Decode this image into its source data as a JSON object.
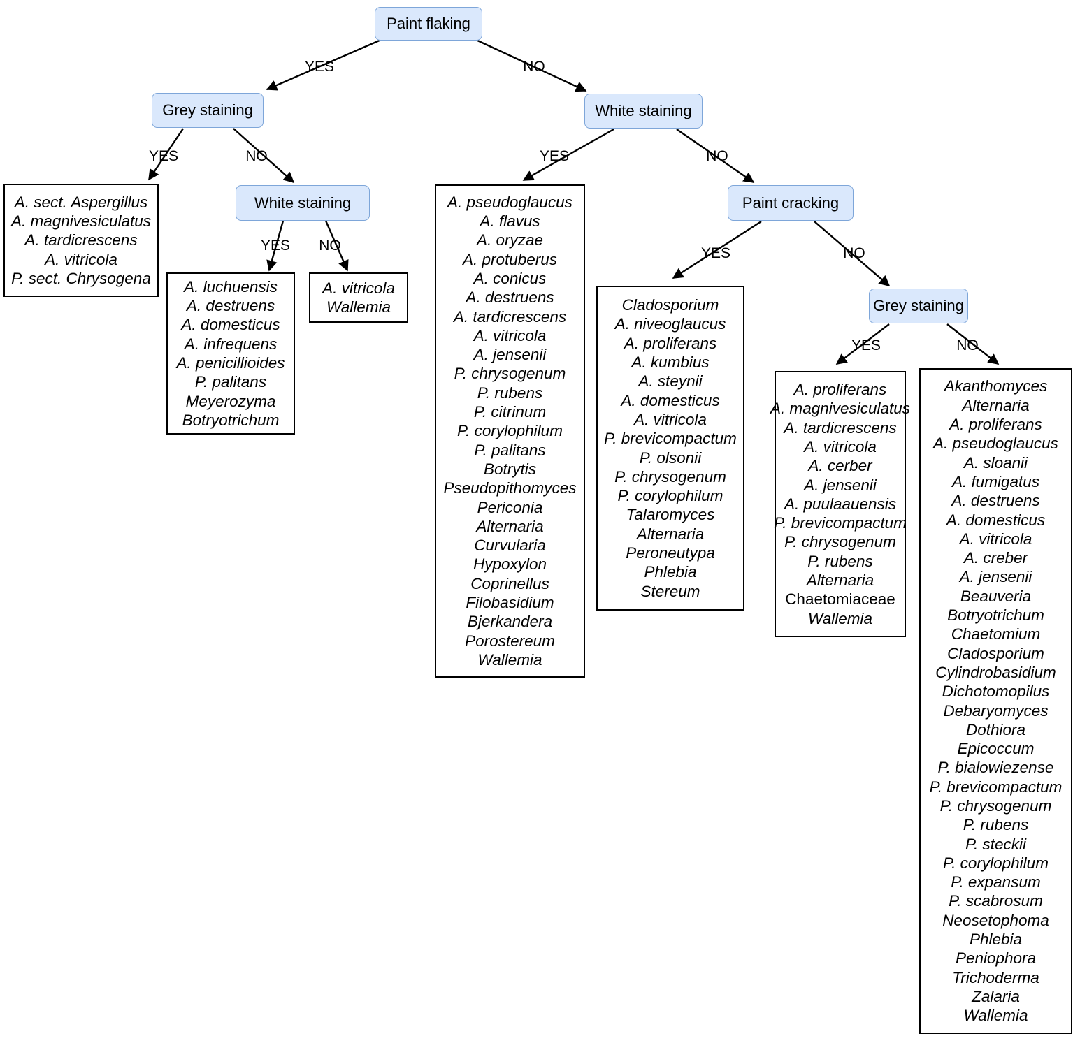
{
  "diagram": {
    "title": "Fungal identification decision tree by paint damage symptoms",
    "colors": {
      "node_fill": "#dae8fc",
      "node_border": "#7ea6d9",
      "box_border": "#000000",
      "edge": "#000000",
      "text": "#000000"
    },
    "edge_labels": {
      "yes": "YES",
      "no": "NO"
    }
  },
  "nodes": {
    "root": {
      "label": "Paint flaking"
    },
    "grey_staining_left": {
      "label": "Grey staining"
    },
    "white_staining_top": {
      "label": "White staining"
    },
    "white_staining_left": {
      "label": "White staining"
    },
    "paint_cracking": {
      "label": "Paint cracking"
    },
    "grey_staining_right": {
      "label": "Grey staining"
    }
  },
  "leaves": {
    "grey_yes": {
      "items": [
        {
          "text": "A. sect. Aspergillus",
          "italic": true
        },
        {
          "text": "A. magnivesiculatus",
          "italic": true
        },
        {
          "text": "A. tardicrescens",
          "italic": true
        },
        {
          "text": "A. vitricola",
          "italic": true
        },
        {
          "text": "P. sect. Chrysogena",
          "italic": true
        }
      ]
    },
    "white_left_yes": {
      "items": [
        {
          "text": "A. luchuensis",
          "italic": true
        },
        {
          "text": "A. destruens",
          "italic": true
        },
        {
          "text": "A. domesticus",
          "italic": true
        },
        {
          "text": "A. infrequens",
          "italic": true
        },
        {
          "text": "A. penicillioides",
          "italic": true
        },
        {
          "text": "P. palitans",
          "italic": true
        },
        {
          "text": "Meyerozyma",
          "italic": true
        },
        {
          "text": "Botryotrichum",
          "italic": true
        }
      ]
    },
    "white_left_no": {
      "items": [
        {
          "text": "A. vitricola",
          "italic": true
        },
        {
          "text": "Wallemia",
          "italic": true
        }
      ]
    },
    "white_top_yes": {
      "items": [
        {
          "text": "A. pseudoglaucus",
          "italic": true
        },
        {
          "text": "A. flavus",
          "italic": true
        },
        {
          "text": "A. oryzae",
          "italic": true
        },
        {
          "text": "A. protuberus",
          "italic": true
        },
        {
          "text": "A. conicus",
          "italic": true
        },
        {
          "text": "A. destruens",
          "italic": true
        },
        {
          "text": "A. tardicrescens",
          "italic": true
        },
        {
          "text": "A. vitricola",
          "italic": true
        },
        {
          "text": "A. jensenii",
          "italic": true
        },
        {
          "text": "P. chrysogenum",
          "italic": true
        },
        {
          "text": "P. rubens",
          "italic": true
        },
        {
          "text": "P. citrinum",
          "italic": true
        },
        {
          "text": "P. corylophilum",
          "italic": true
        },
        {
          "text": "P. palitans",
          "italic": true
        },
        {
          "text": "Botrytis",
          "italic": true
        },
        {
          "text": "Pseudopithomyces",
          "italic": true
        },
        {
          "text": "Periconia",
          "italic": true
        },
        {
          "text": "Alternaria",
          "italic": true
        },
        {
          "text": "Curvularia",
          "italic": true
        },
        {
          "text": "Hypoxylon",
          "italic": true
        },
        {
          "text": "Coprinellus",
          "italic": true
        },
        {
          "text": "Filobasidium",
          "italic": true
        },
        {
          "text": "Bjerkandera",
          "italic": true
        },
        {
          "text": "Porostereum",
          "italic": true
        },
        {
          "text": "Wallemia",
          "italic": true
        }
      ]
    },
    "cracking_yes": {
      "items": [
        {
          "text": "Cladosporium",
          "italic": true
        },
        {
          "text": "A. niveoglaucus",
          "italic": true
        },
        {
          "text": "A. proliferans",
          "italic": true
        },
        {
          "text": "A. kumbius",
          "italic": true
        },
        {
          "text": "A. steynii",
          "italic": true
        },
        {
          "text": "A. domesticus",
          "italic": true
        },
        {
          "text": "A. vitricola",
          "italic": true
        },
        {
          "text": "P. brevicompactum",
          "italic": true
        },
        {
          "text": "P. olsonii",
          "italic": true
        },
        {
          "text": "P. chrysogenum",
          "italic": true
        },
        {
          "text": "P. corylophilum",
          "italic": true
        },
        {
          "text": "Talaromyces",
          "italic": true
        },
        {
          "text": "Alternaria",
          "italic": true
        },
        {
          "text": "Peroneutypa",
          "italic": true
        },
        {
          "text": "Phlebia",
          "italic": true
        },
        {
          "text": "Stereum",
          "italic": true
        }
      ]
    },
    "grey_right_yes": {
      "items": [
        {
          "text": "A. proliferans",
          "italic": true
        },
        {
          "text": "A. magnivesiculatus",
          "italic": true
        },
        {
          "text": "A. tardicrescens",
          "italic": true
        },
        {
          "text": "A. vitricola",
          "italic": true
        },
        {
          "text": "A. cerber",
          "italic": true
        },
        {
          "text": "A. jensenii",
          "italic": true
        },
        {
          "text": "A. puulaauensis",
          "italic": true
        },
        {
          "text": "P. brevicompactum",
          "italic": true
        },
        {
          "text": "P. chrysogenum",
          "italic": true
        },
        {
          "text": "P. rubens",
          "italic": true
        },
        {
          "text": "Alternaria",
          "italic": true
        },
        {
          "text": "Chaetomiaceae",
          "italic": false
        },
        {
          "text": "Wallemia",
          "italic": true
        }
      ]
    },
    "grey_right_no": {
      "items": [
        {
          "text": "Akanthomyces",
          "italic": true
        },
        {
          "text": "Alternaria",
          "italic": true
        },
        {
          "text": "A. proliferans",
          "italic": true
        },
        {
          "text": "A. pseudoglaucus",
          "italic": true
        },
        {
          "text": "A. sloanii",
          "italic": true
        },
        {
          "text": "A. fumigatus",
          "italic": true
        },
        {
          "text": "A. destruens",
          "italic": true
        },
        {
          "text": "A. domesticus",
          "italic": true
        },
        {
          "text": "A. vitricola",
          "italic": true
        },
        {
          "text": "A. creber",
          "italic": true
        },
        {
          "text": "A. jensenii",
          "italic": true
        },
        {
          "text": "Beauveria",
          "italic": true
        },
        {
          "text": "Botryotrichum",
          "italic": true
        },
        {
          "text": "Chaetomium",
          "italic": true
        },
        {
          "text": "Cladosporium",
          "italic": true
        },
        {
          "text": "Cylindrobasidium",
          "italic": true
        },
        {
          "text": "Dichotomopilus",
          "italic": true
        },
        {
          "text": "Debaryomyces",
          "italic": true
        },
        {
          "text": "Dothiora",
          "italic": true
        },
        {
          "text": "Epicoccum",
          "italic": true
        },
        {
          "text": "P. bialowiezense",
          "italic": true
        },
        {
          "text": "P. brevicompactum",
          "italic": true
        },
        {
          "text": "P. chrysogenum",
          "italic": true
        },
        {
          "text": "P. rubens",
          "italic": true
        },
        {
          "text": "P. steckii",
          "italic": true
        },
        {
          "text": "P. corylophilum",
          "italic": true
        },
        {
          "text": "P. expansum",
          "italic": true
        },
        {
          "text": "P. scabrosum",
          "italic": true
        },
        {
          "text": "Neosetophoma",
          "italic": true
        },
        {
          "text": "Phlebia",
          "italic": true
        },
        {
          "text": "Peniophora",
          "italic": true
        },
        {
          "text": "Trichoderma",
          "italic": true
        },
        {
          "text": "Zalaria",
          "italic": true
        },
        {
          "text": "Wallemia",
          "italic": true
        }
      ]
    }
  },
  "edges": [
    {
      "from": "root",
      "to": "grey_staining_left",
      "label": "YES"
    },
    {
      "from": "root",
      "to": "white_staining_top",
      "label": "NO"
    },
    {
      "from": "grey_staining_left",
      "to": "grey_yes",
      "label": "YES"
    },
    {
      "from": "grey_staining_left",
      "to": "white_staining_left",
      "label": "NO"
    },
    {
      "from": "white_staining_left",
      "to": "white_left_yes",
      "label": "YES"
    },
    {
      "from": "white_staining_left",
      "to": "white_left_no",
      "label": "NO"
    },
    {
      "from": "white_staining_top",
      "to": "white_top_yes",
      "label": "YES"
    },
    {
      "from": "white_staining_top",
      "to": "paint_cracking",
      "label": "NO"
    },
    {
      "from": "paint_cracking",
      "to": "cracking_yes",
      "label": "YES"
    },
    {
      "from": "paint_cracking",
      "to": "grey_staining_right",
      "label": "NO"
    },
    {
      "from": "grey_staining_right",
      "to": "grey_right_yes",
      "label": "YES"
    },
    {
      "from": "grey_staining_right",
      "to": "grey_right_no",
      "label": "NO"
    }
  ]
}
